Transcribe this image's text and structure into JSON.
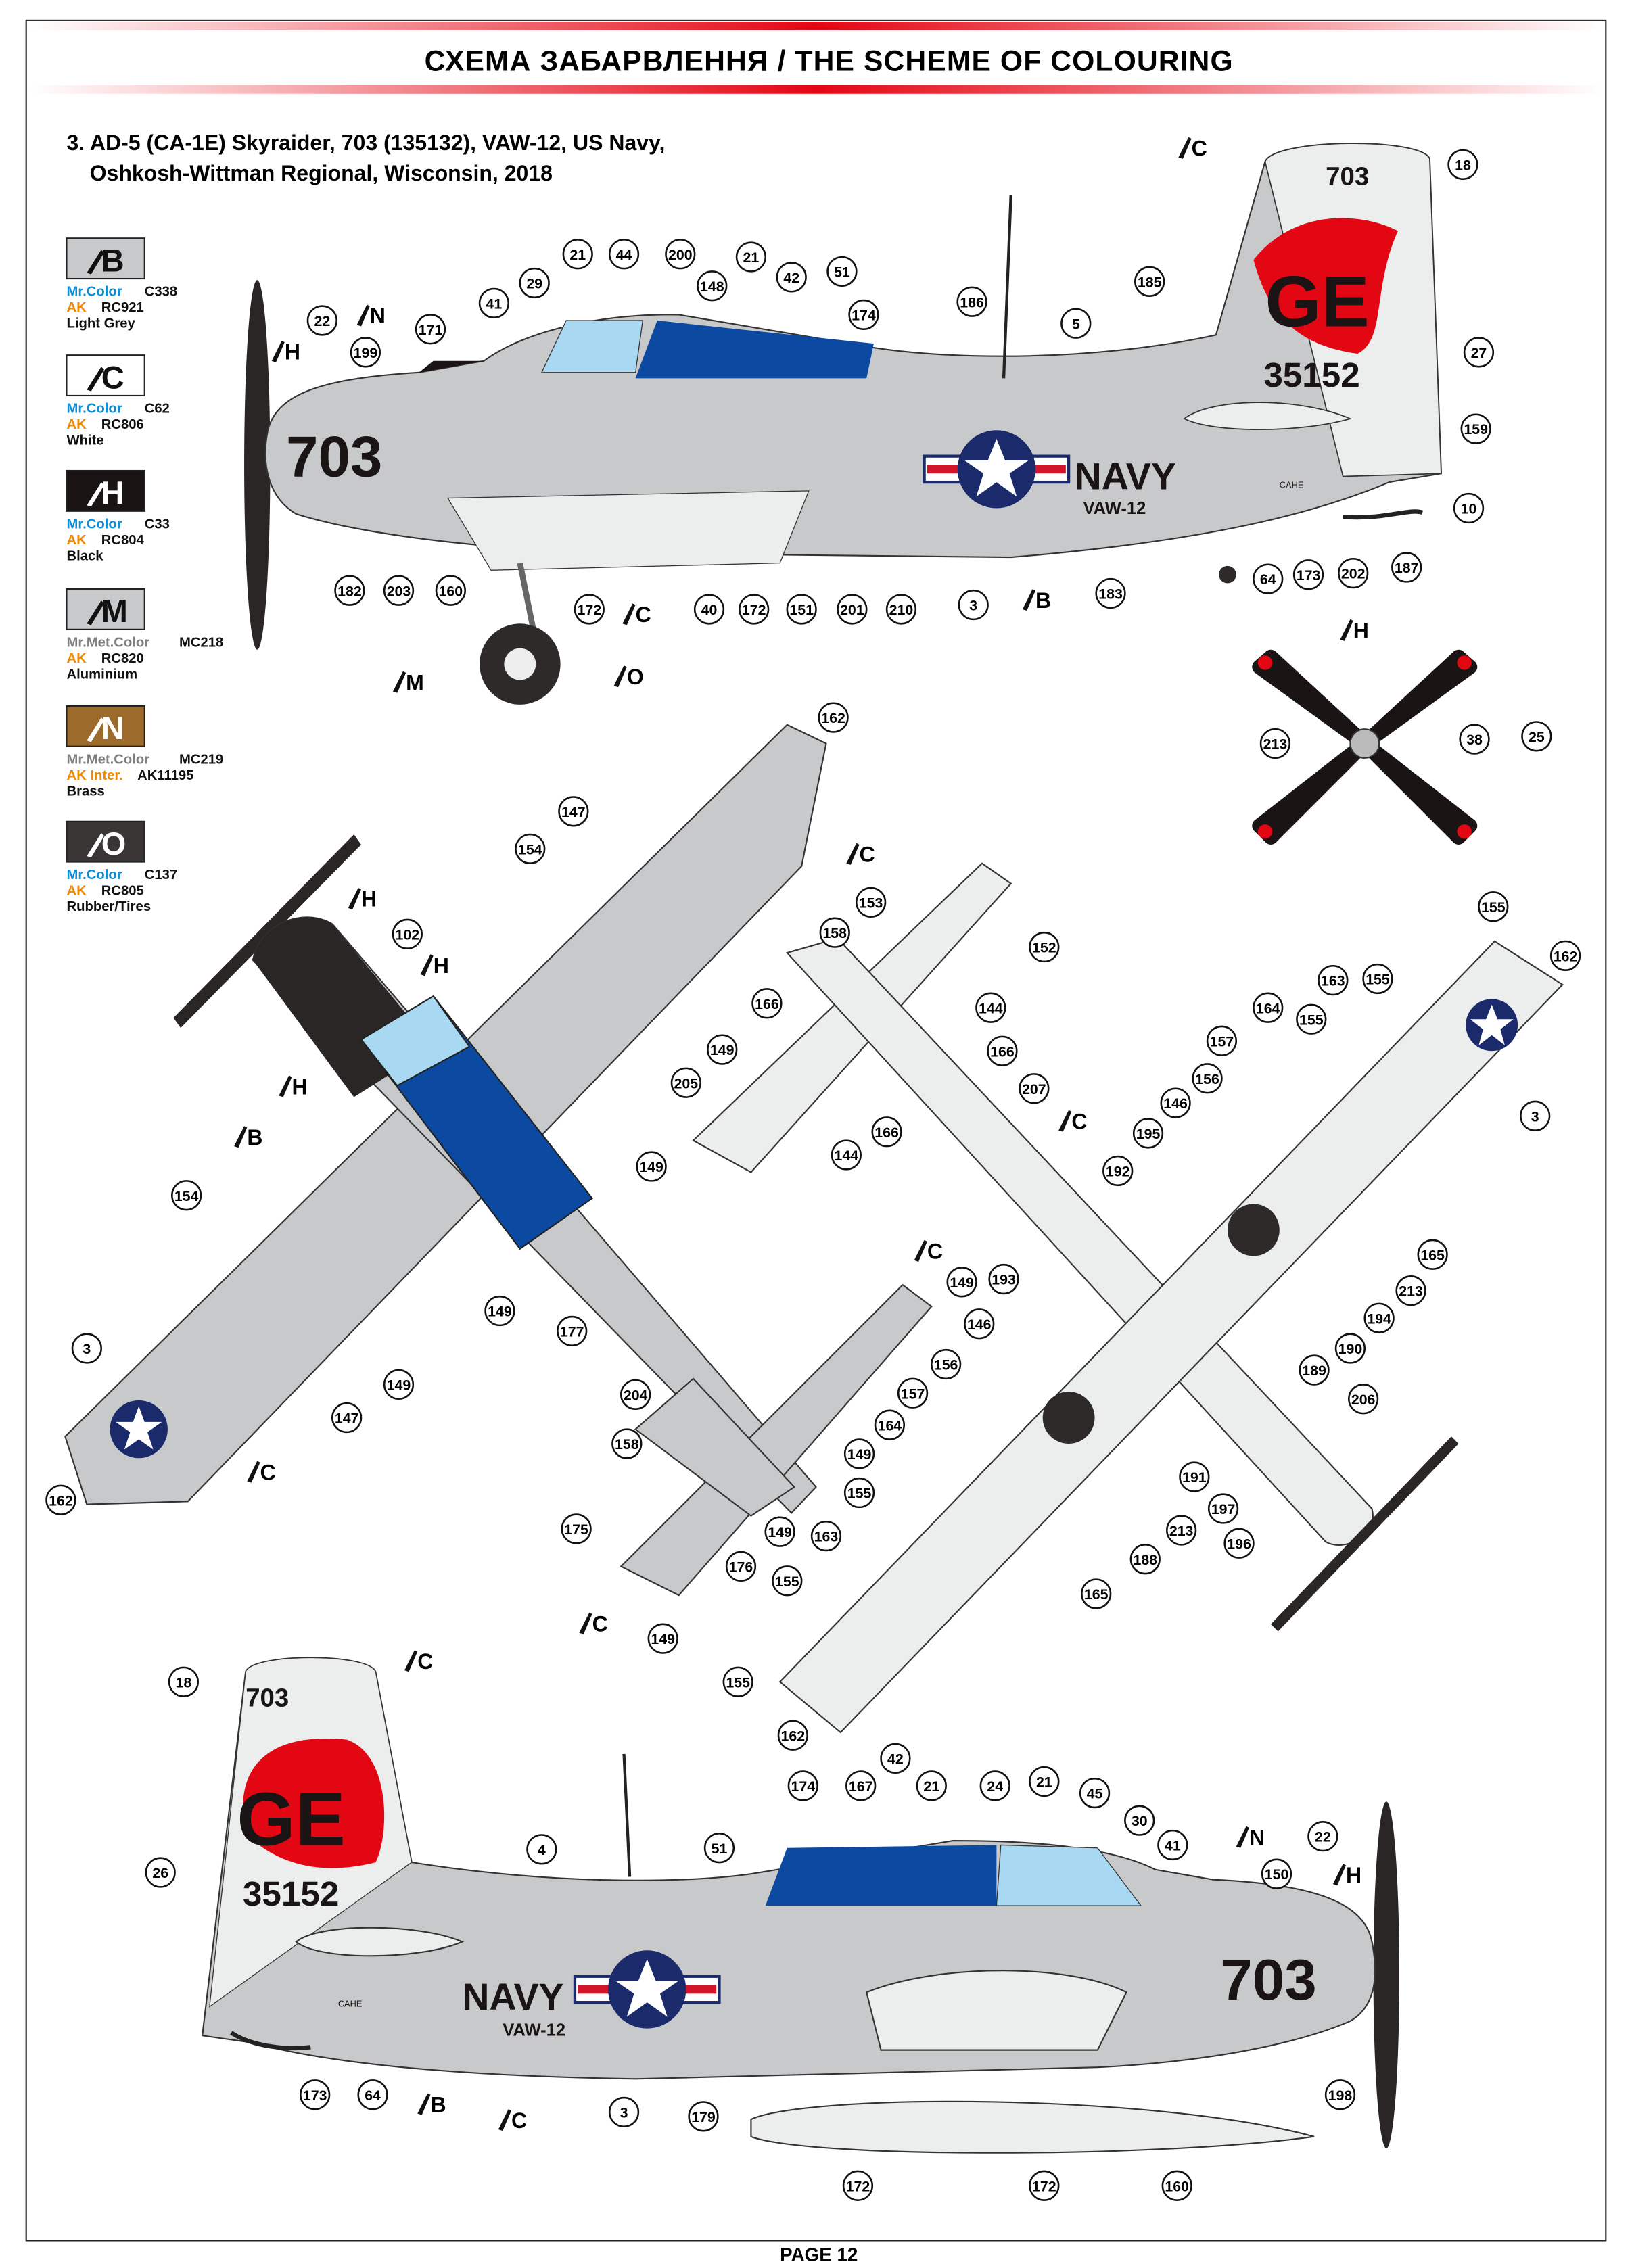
{
  "header": {
    "title": "СХЕМА ЗАБАРВЛЕННЯ / THE SCHEME OF COLOURING"
  },
  "scheme": {
    "line1": "3. AD-5 (CA-1E) Skyraider, 703 (135132), VAW-12, US Navy,",
    "line2": "Oshkosh-Wittman Regional, Wisconsin, 2018"
  },
  "legend": [
    {
      "letter": "B",
      "brand": "Mr.Color",
      "code": "C338",
      "ak_brand": "AK",
      "ak_code": "RC921",
      "name": "Light Grey",
      "swatch": "#c8c9cb",
      "text": "#111111",
      "brand_color": "#0a8fd8"
    },
    {
      "letter": "C",
      "brand": "Mr.Color",
      "code": "C62",
      "ak_brand": "AK",
      "ak_code": "RC806",
      "name": "White",
      "swatch": "#ffffff",
      "text": "#111111",
      "brand_color": "#0a8fd8"
    },
    {
      "letter": "H",
      "brand": "Mr.Color",
      "code": "C33",
      "ak_brand": "AK",
      "ak_code": "RC804",
      "name": "Black",
      "swatch": "#1a1414",
      "text": "#ffffff",
      "brand_color": "#0a8fd8"
    },
    {
      "letter": "M",
      "brand": "Mr.Met.Color",
      "code": "MC218",
      "ak_brand": "AK",
      "ak_code": "RC820",
      "name": "Aluminium",
      "swatch": "#c8c9cb",
      "text": "#111111",
      "brand_color": "#808080"
    },
    {
      "letter": "N",
      "brand": "Mr.Met.Color",
      "code": "MC219",
      "ak_brand": "AK Inter.",
      "ak_code": "AK11195",
      "name": "Brass",
      "swatch": "#9c6a2a",
      "text": "#ffffff",
      "brand_color": "#808080"
    },
    {
      "letter": "O",
      "brand": "Mr.Color",
      "code": "C137",
      "ak_brand": "AK",
      "ak_code": "RC805",
      "name": "Rubber/Tires",
      "swatch": "#3a3535",
      "text": "#ffffff",
      "brand_color": "#0a8fd8"
    }
  ],
  "markings": {
    "modex": "703",
    "tail_code": "GE",
    "bureau": "35152",
    "navy": "NAVY",
    "squadron": "VAW-12",
    "small": "CAHE"
  },
  "callouts": {
    "side_top": [
      "22",
      "199",
      "29",
      "41",
      "21",
      "44",
      "200",
      "148",
      "21",
      "42",
      "51",
      "171",
      "174",
      "186",
      "185",
      "5",
      "18",
      "27",
      "159",
      "10",
      "187",
      "202",
      "173",
      "64",
      "183",
      "3",
      "210",
      "201",
      "151",
      "172",
      "40",
      "172",
      "160",
      "203",
      "182"
    ],
    "prop": [
      "213",
      "38",
      "25"
    ],
    "top_view": [
      "162",
      "147",
      "154",
      "102",
      "149",
      "205",
      "149",
      "154",
      "177",
      "149",
      "149",
      "3",
      "147",
      "162"
    ],
    "bottom_view": [
      "155",
      "162",
      "153",
      "152",
      "158",
      "144",
      "163",
      "155",
      "164",
      "155",
      "166",
      "166",
      "157",
      "156",
      "207",
      "146",
      "195",
      "3",
      "144",
      "166",
      "192",
      "165",
      "213",
      "149",
      "193",
      "146",
      "194",
      "190",
      "189",
      "206",
      "156",
      "204",
      "157",
      "164",
      "158",
      "149",
      "197",
      "191",
      "196",
      "155",
      "149",
      "175",
      "163",
      "213",
      "188",
      "176",
      "155",
      "165",
      "149",
      "155",
      "162"
    ],
    "side_bottom": [
      "18",
      "26",
      "4",
      "51",
      "174",
      "167",
      "42",
      "21",
      "24",
      "21",
      "45",
      "30",
      "41",
      "22",
      "150",
      "198",
      "160",
      "172",
      "172",
      "179",
      "3",
      "64",
      "173"
    ]
  },
  "paint_labels": {
    "side_top": [
      "C",
      "N",
      "H",
      "C",
      "B",
      "M",
      "O"
    ],
    "prop": [
      "H"
    ],
    "top_view": [
      "C",
      "H",
      "H",
      "H",
      "B",
      "C"
    ],
    "bottom_view": [
      "C",
      "C",
      "C"
    ],
    "side_bottom": [
      "C",
      "N",
      "H",
      "C",
      "B"
    ]
  },
  "colors": {
    "accent_red": "#e30613",
    "navy_blue": "#1b2a6b",
    "canopy_blue": "#0b4aa0",
    "glass": "#a9d8f2",
    "grey": "#c8c9cb"
  },
  "footer": {
    "page": "PAGE 12"
  }
}
